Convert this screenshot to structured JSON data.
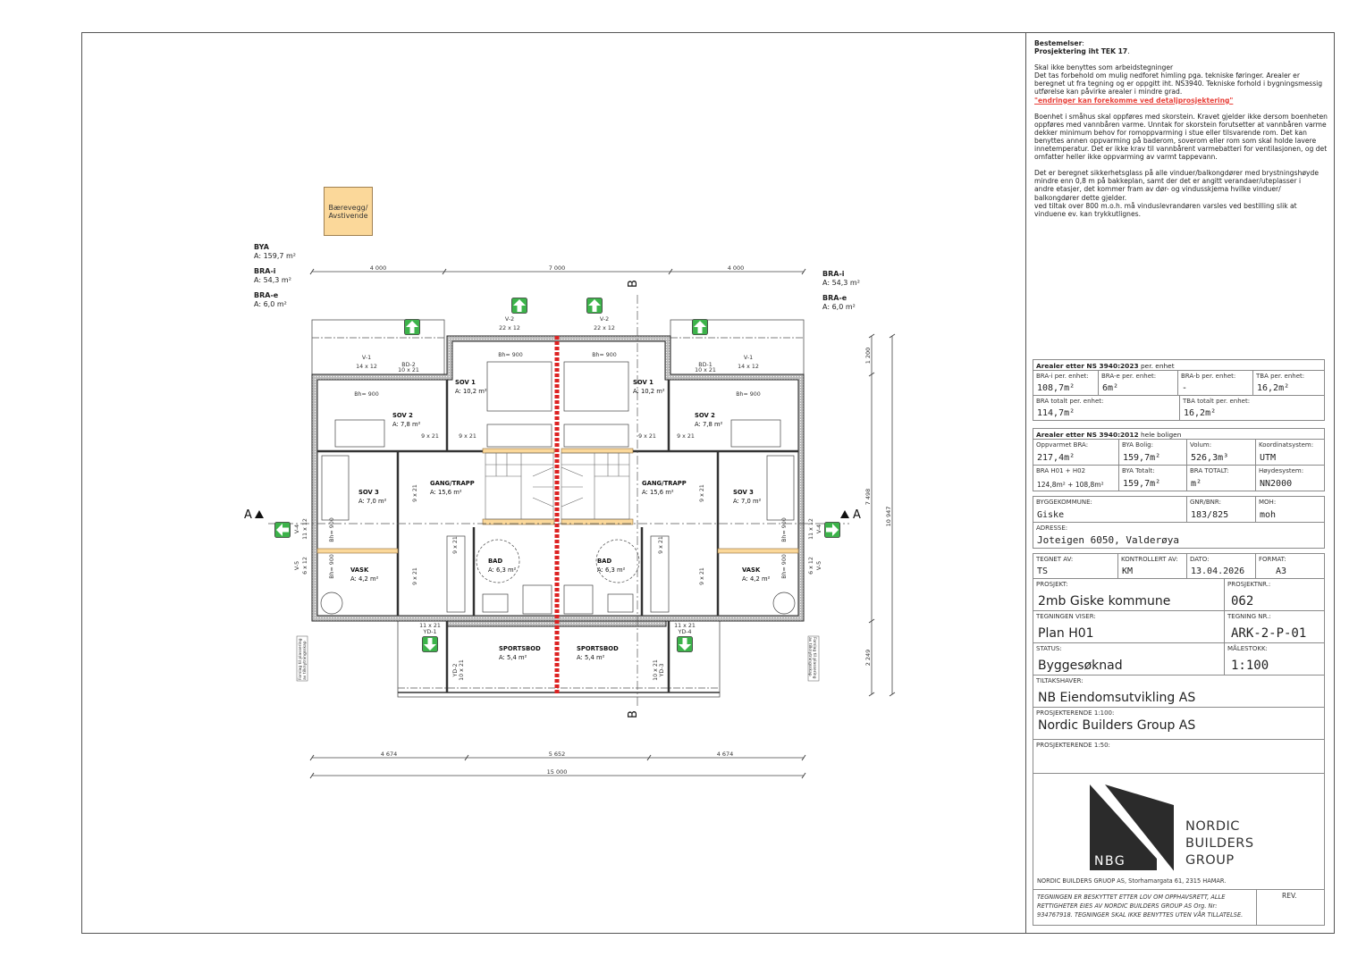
{
  "legend": {
    "label_line1": "Bærevegg/",
    "label_line2": "Avstivende",
    "color": "#fbd89a"
  },
  "areas_left": {
    "bya_label": "BYA",
    "bya_value": "A: 159,7 m²",
    "brai_label": "BRA-i",
    "brai_value": "A: 54,3 m²",
    "brae_label": "BRA-e",
    "brae_value": "A: 6,0 m²"
  },
  "areas_right": {
    "brai_label": "BRA-i",
    "brai_value": "A: 54,3 m²",
    "brae_label": "BRA-e",
    "brae_value": "A: 6,0 m²"
  },
  "dimensions": {
    "top": [
      "4 000",
      "7 000",
      "4 000"
    ],
    "bottom": [
      "4 674",
      "5 652",
      "4 674"
    ],
    "total_width": "15 000",
    "right": [
      "1 200",
      "7 498",
      "2 249"
    ],
    "total_depth": "10 947"
  },
  "sections": {
    "a": "A",
    "b": "B"
  },
  "rooms_left": [
    {
      "name": "SOV 1",
      "area": "A: 10,2 m²"
    },
    {
      "name": "SOV 2",
      "area": "A: 7,8 m²"
    },
    {
      "name": "SOV 3",
      "area": "A: 7,0 m²"
    },
    {
      "name": "GANG/TRAPP",
      "area": "A: 15,6 m²"
    },
    {
      "name": "VASK",
      "area": "A: 4,2 m²"
    },
    {
      "name": "BAD",
      "area": "A: 6,3 m²"
    },
    {
      "name": "SPORTSBOD",
      "area": "A: 5,4 m²"
    }
  ],
  "rooms_right": [
    {
      "name": "SOV 1",
      "area": "A: 10,2 m²"
    },
    {
      "name": "SOV 2",
      "area": "A: 7,8 m²"
    },
    {
      "name": "SOV 3",
      "area": "A: 7,0 m²"
    },
    {
      "name": "GANG/TRAPP",
      "area": "A: 15,6 m²"
    },
    {
      "name": "VASK",
      "area": "A: 4,2 m²"
    },
    {
      "name": "BAD",
      "area": "A: 6,3 m²"
    },
    {
      "name": "SPORTSBOD",
      "area": "A: 5,4 m²"
    }
  ],
  "openings": {
    "v1": "V-1",
    "v1_size": "14 x 12",
    "bd2": "BD-2",
    "bd2_size": "10 x 21",
    "bd1": "BD-1",
    "bd1_size": "10 x 21",
    "v2": "V-2",
    "v2_size": "22 x 12",
    "v4": "V-4",
    "v4_size": "11 x 12",
    "v5": "V-5",
    "v5_size": "6 x 12",
    "yd1": "YD-1",
    "yd1_size": "11 x 21",
    "yd4": "YD-4",
    "yd4_size": "11 x 21",
    "yd2": "YD-2",
    "yd2_size": "10 x 21",
    "yd3": "YD-3",
    "yd3_size": "10 x 21",
    "door": "9 x 21",
    "sill": "Bh= 900",
    "cabinet_note_1": "Forslag til plassering",
    "cabinet_note_2": "av tilknytningsskap"
  },
  "exit_color": "#3cb34a",
  "notes": {
    "title1": "Bestemelser",
    "title2": "Prosjektering iht TEK 17",
    "p1": [
      "Skal ikke benyttes som arbeidstegninger",
      "Det tas forbehold om mulig nedforet himling pga. tekniske føringer. Arealer er",
      "beregnet ut fra tegning og er oppgitt iht. NS3940. Tekniske forhold i bygningsmessig",
      "utførelse kan påvirke arealer i mindre grad."
    ],
    "warning": "\"endringer kan forekomme ved detaljprosjektering\"",
    "p2": [
      "Boenhet i småhus skal oppføres med skorstein. Kravet gjelder ikke dersom boenheten",
      "oppføres med vannbåren varme. Unntak for skorstein forutsetter at vannbåren varme",
      "dekker minimum behov for romoppvarming i stue eller tilsvarende rom. Det kan",
      "benyttes annen oppvarming på baderom, soverom eller rom som skal holde lavere",
      "innetemperatur. Det er ikke krav til vannbårent varmebatteri for ventilasjonen, og det",
      "omfatter heller ikke oppvarming av varmt tappevann."
    ],
    "p3": [
      "Det er beregnet sikkerhetsglass på alle vinduer/balkongdører med brystningshøyde",
      "mindre enn 0,8 m på bakkeplan, samt der det er angitt verandaer/uteplasser i",
      "andre etasjer, det kommer fram av dør- og vindusskjema hvilke vinduer/",
      "balkongdører dette gjelder.",
      "ved tiltak over 800 m.o.h. må vinduslevrandøren varsles ved bestilling slik at",
      "vinduene ev. kan trykkutlignes."
    ],
    "warning_color": "#e8413a"
  },
  "table2023": {
    "title_bold": "Arealer etter NS 3940:2023",
    "title_rest": " per. enhet",
    "brai_label": "BRA-i per. enhet:",
    "brai": "108,7m²",
    "brae_label": "BRA-e per. enhet:",
    "brae": "6m²",
    "brab_label": "BRA-b per. enhet:",
    "brab": "-",
    "tba_label": "TBA per. enhet:",
    "tba": "16,2m²",
    "bra_tot_label": "BRA totalt per. enhet:",
    "bra_tot": "114,7m²",
    "tba_tot_label": "TBA totalt per. enhet:",
    "tba_tot": "16,2m²"
  },
  "table2012": {
    "title_bold": "Arealer etter NS 3940:2012",
    "title_rest": " hele boligen",
    "oppv_label": "Oppvarmet BRA:",
    "oppv": "217,4m²",
    "bya_bolig_label": "BYA Bolig:",
    "bya_bolig": "159,7m²",
    "volum_label": "Volum:",
    "volum": "526,3m³",
    "koord_label": "Koordinatsystem:",
    "koord": "UTM",
    "bra_h_label": "BRA H01 + H02",
    "bra_h": "124,8m² + 108,8m²",
    "bya_tot_label": "BYA Totalt:",
    "bya_tot": "159,7m²",
    "bra_totalt_label": "BRA TOTALT:",
    "bra_totalt": "m²",
    "hoyde_label": "Høydesystem:",
    "hoyde": "NN2000"
  },
  "site": {
    "kommune_label": "BYGGEKOMMUNE:",
    "kommune": "Giske",
    "gnr_label": "GNR/BNR:",
    "gnr": "183/825",
    "moh_label": "MOH:",
    "moh": "moh",
    "adresse_label": "ADRESSE:",
    "adresse": "Joteigen 6050, Valderøya"
  },
  "titleblock": {
    "tegnet_label": "TEGNET AV:",
    "tegnet": "TS",
    "kontroll_label": "KONTROLLERT AV:",
    "kontroll": "KM",
    "dato_label": "DATO:",
    "dato": "13.04.2026",
    "format_label": "FORMAT:",
    "format": "A3",
    "prosjekt_label": "PROSJEKT:",
    "prosjekt": "2mb Giske kommune",
    "prosjektnr_label": "PROSJEKTNR.:",
    "prosjektnr": "062",
    "viser_label": "TEGNINGEN VISER:",
    "viser": "Plan H01",
    "tegningnr_label": "TEGNING NR.:",
    "tegningnr": "ARK-2-P-01",
    "status_label": "STATUS:",
    "status": "Byggesøknad",
    "malestokk_label": "MÅLESTOKK:",
    "malestokk": "1:100",
    "tiltak_label": "TILTAKSHAVER:",
    "tiltak": "NB Eiendomsutvikling AS",
    "pro100_label": "PROSJEKTERENDE 1:100:",
    "pro100": "Nordic Builders Group AS",
    "pro50_label": "PROSJEKTERENDE 1:50:",
    "logo_mark": "NBG",
    "logo_line1": "NORDIC",
    "logo_line2": "BUILDERS",
    "logo_line3": "GROUP",
    "company_address": "NORDIC BUILDERS GRUOP AS, Storhamargata 61, 2315 HAMAR.",
    "copyright": [
      "TEGNINGEN ER BESKYTTET ETTER LOV OM OPPHAVSRETT, ALLE",
      "RETTIGHETER EIES AV NORDIC BUILDERS GROUP AS Org. Nr:",
      "934767918. TEGNINGER SKAL IKKE BENYTTES UTEN VÅR TILLATELSE."
    ],
    "rev_label": "REV."
  }
}
